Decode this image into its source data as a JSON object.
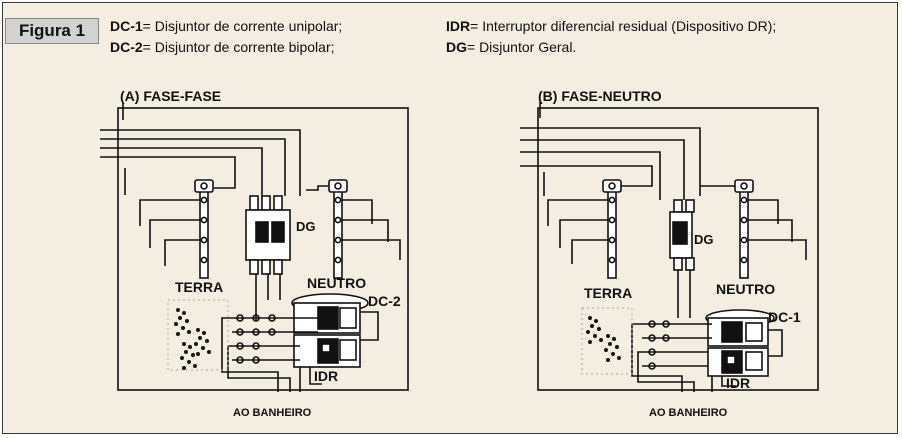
{
  "figure_label": "Figura 1",
  "legend": [
    {
      "code": "DC-1",
      "text": "= Disjuntor de corrente unipolar;"
    },
    {
      "code": "DC-2",
      "text": "= Disjuntor de corrente bipolar;"
    },
    {
      "code": "IDR",
      "text": "= Interruptor diferencial residual (Dispositivo DR);"
    },
    {
      "code": "DG",
      "text": "= Disjuntor Geral."
    }
  ],
  "panel_a": {
    "title": "(A) FASE-FASE",
    "labels": {
      "dg": "DG",
      "terra": "TERRA",
      "neutro": "NEUTRO",
      "dc": "DC-2",
      "idr": "IDR",
      "out": "AO BANHEIRO"
    }
  },
  "panel_b": {
    "title": "(B) FASE-NEUTRO",
    "labels": {
      "dg": "DG",
      "terra": "TERRA",
      "neutro": "NEUTRO",
      "dc": "DC-1",
      "idr": "IDR",
      "out": "AO BANHEIRO"
    }
  },
  "colors": {
    "background": "#f3ede2",
    "stroke": "#111111",
    "label_box": "#d2d2d2"
  }
}
